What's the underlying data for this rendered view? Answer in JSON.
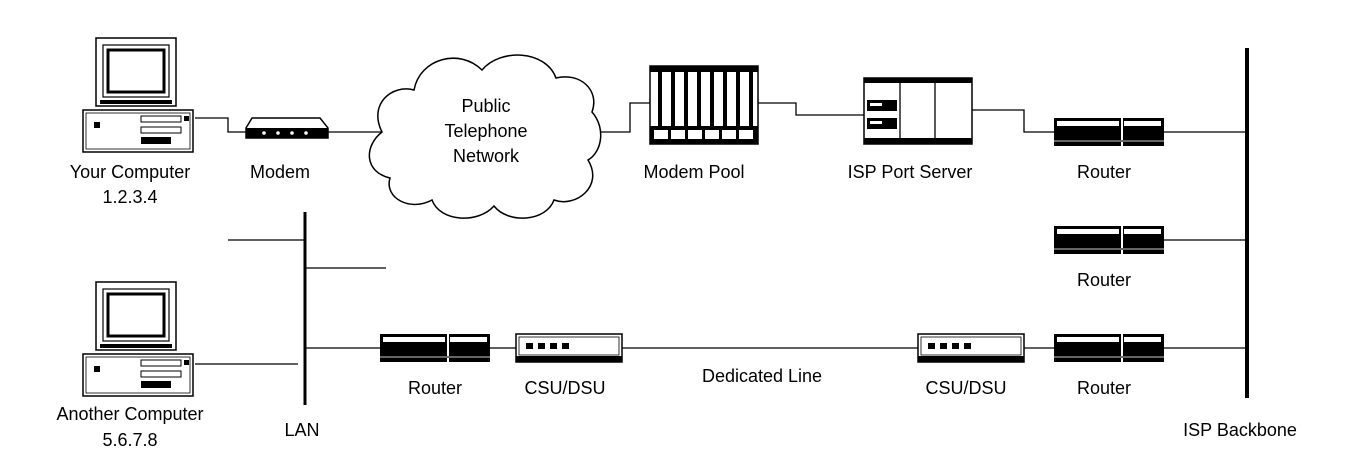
{
  "labels": {
    "your_computer": "Your Computer",
    "your_ip": "1.2.3.4",
    "modem": "Modem",
    "pstn_line1": "Public",
    "pstn_line2": "Telephone",
    "pstn_line3": "Network",
    "modem_pool": "Modem Pool",
    "isp_port_server": "ISP Port Server",
    "router_top": "Router",
    "router_mid": "Router",
    "router_bottom_right": "Router",
    "router_lan": "Router",
    "csu_dsu_left": "CSU/DSU",
    "dedicated_line": "Dedicated Line",
    "csu_dsu_right": "CSU/DSU",
    "another_computer": "Another Computer",
    "another_ip": "5.6.7.8",
    "lan": "LAN",
    "isp_backbone": "ISP Backbone"
  }
}
